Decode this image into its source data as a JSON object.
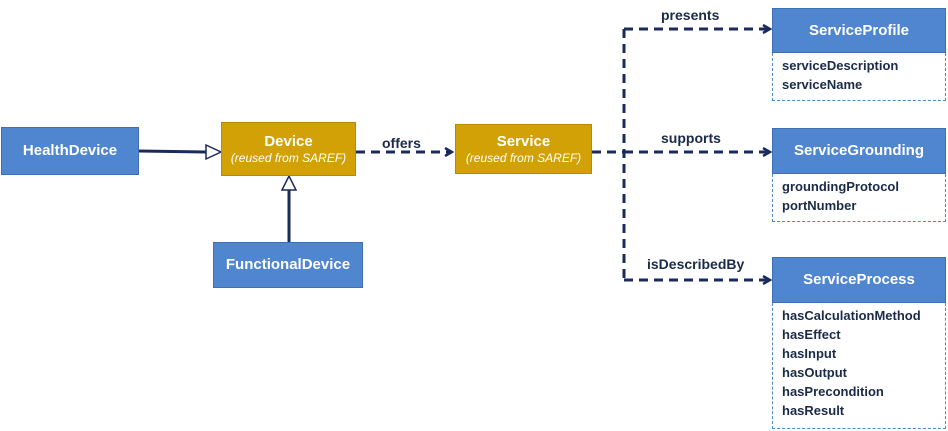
{
  "nodes": {
    "health_device": {
      "title": "HealthDevice"
    },
    "device": {
      "title": "Device",
      "subtitle": "(reused from SAREF)"
    },
    "functional_device": {
      "title": "FunctionalDevice"
    },
    "service": {
      "title": "Service",
      "subtitle": "(reused from SAREF)"
    },
    "service_profile": {
      "title": "ServiceProfile",
      "attributes": [
        "serviceDescription",
        "serviceName"
      ]
    },
    "service_grounding": {
      "title": "ServiceGrounding",
      "attributes": [
        "groundingProtocol",
        "portNumber"
      ]
    },
    "service_process": {
      "title": "ServiceProcess",
      "attributes": [
        "hasCalculationMethod",
        "hasEffect",
        "hasInput",
        "hasOutput",
        "hasPrecondition",
        "hasResult"
      ]
    }
  },
  "edges": {
    "offers": "offers",
    "presents": "presents",
    "supports": "supports",
    "is_described_by": "isDescribedBy"
  },
  "colors": {
    "class_blue": "#4f86cf",
    "saref_gold": "#d2a106",
    "connector_navy": "#1a2a5c"
  }
}
